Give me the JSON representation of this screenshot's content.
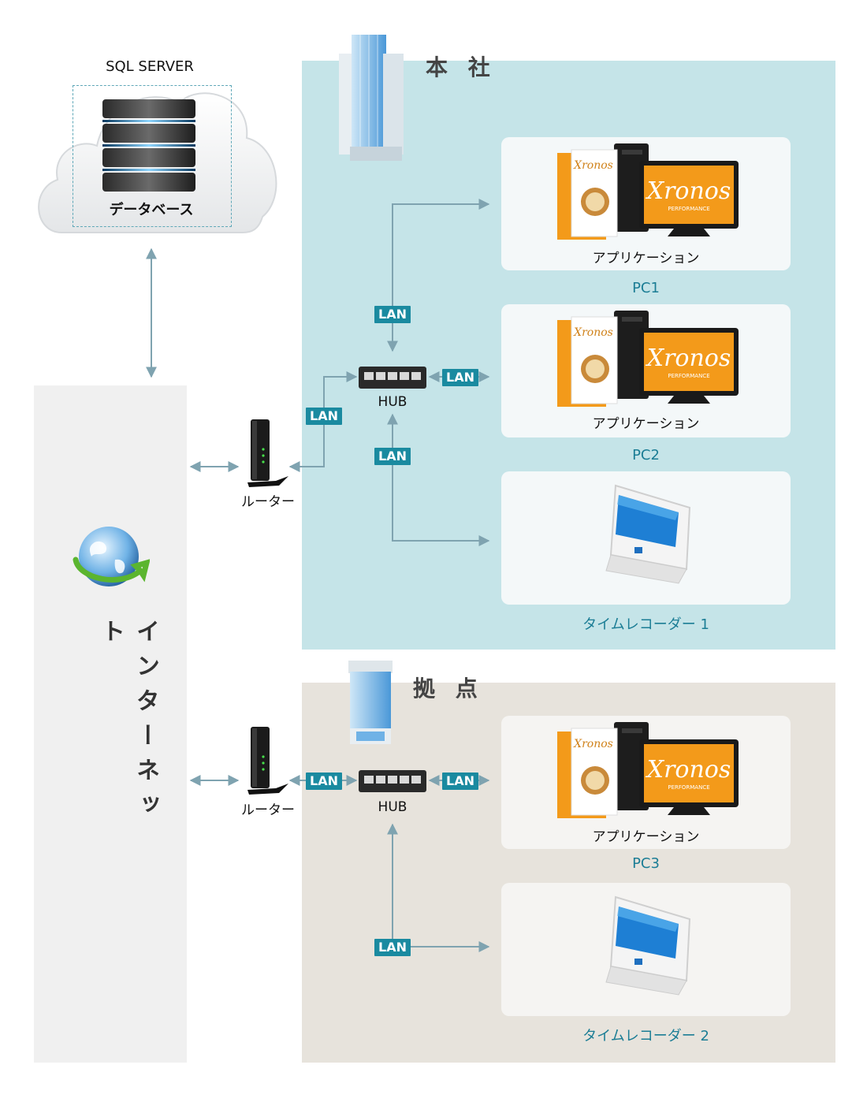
{
  "sql": {
    "title": "SQL SERVER",
    "db_label": "データベース"
  },
  "internet": {
    "label": "インターネット"
  },
  "hq": {
    "title": "本 社",
    "router_label": "ルーター",
    "hub_label": "HUB",
    "pc1": {
      "app_label": "アプリケーション",
      "name": "PC1"
    },
    "pc2": {
      "app_label": "アプリケーション",
      "name": "PC2"
    },
    "recorder": {
      "name": "タイムレコーダー 1"
    }
  },
  "branch": {
    "title": "拠 点",
    "router_label": "ルーター",
    "hub_label": "HUB",
    "pc3": {
      "app_label": "アプリケーション",
      "name": "PC3"
    },
    "recorder": {
      "name": "タイムレコーダー 2"
    }
  },
  "lan": "LAN",
  "brand": {
    "logo": "Xronos",
    "sub": "PERFORMANCE"
  },
  "colors": {
    "hq_bg": "#c5e4e8",
    "branch_bg": "#e7e3dc",
    "accent": "#1a8aa0",
    "line": "#7fa3b0",
    "product_orange": "#f39a1a"
  }
}
